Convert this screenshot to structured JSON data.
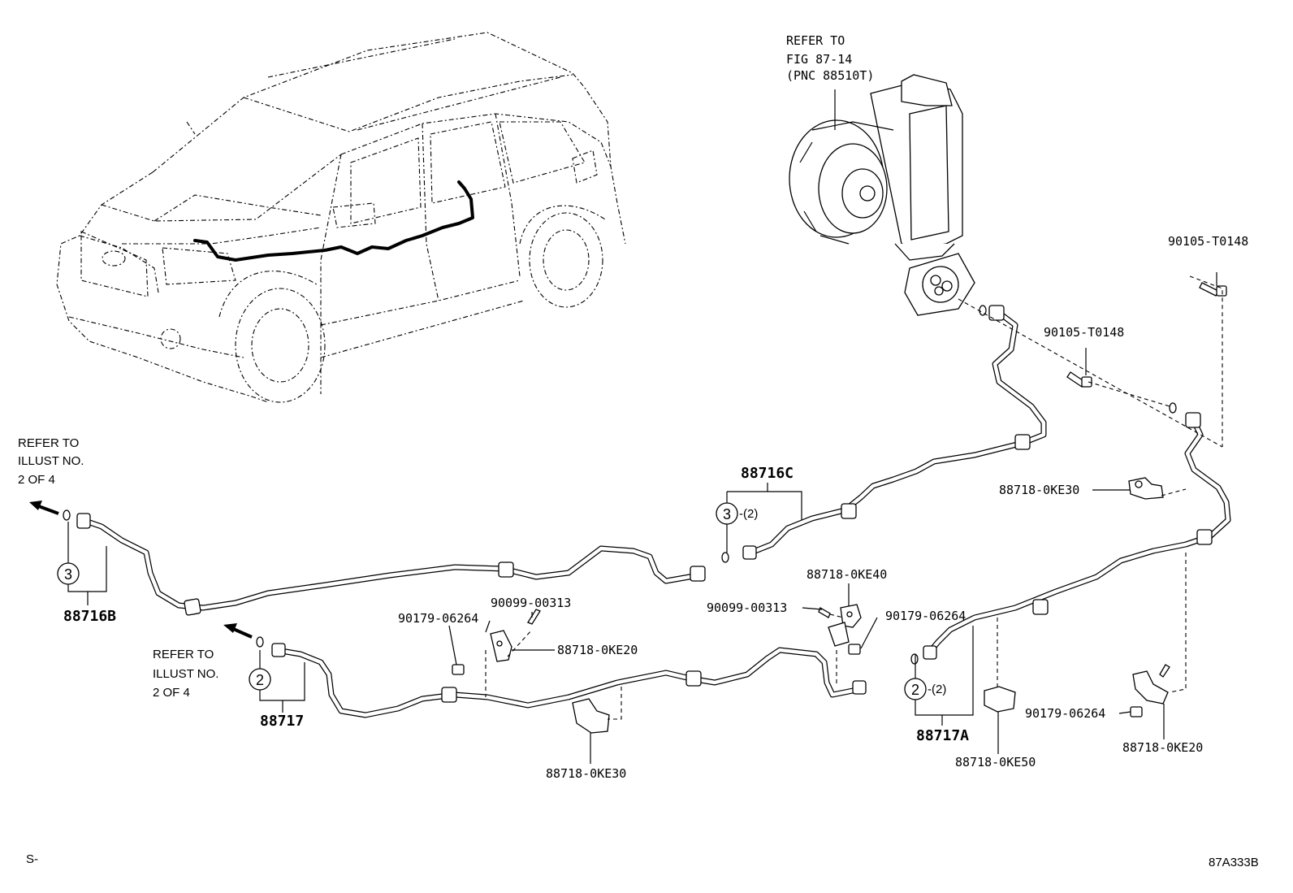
{
  "figure_id": "87A333B",
  "corner_mark": "S-",
  "refer_blower": {
    "line1": "REFER TO",
    "line2": "FIG 87-14",
    "line3": "(PNC 88510T)"
  },
  "refer_left_upper": {
    "line1": "REFER TO",
    "line2": "ILLUST NO.",
    "line3": "2 OF 4"
  },
  "refer_left_lower": {
    "line1": "REFER TO",
    "line2": "ILLUST NO.",
    "line3": "2 OF 4"
  },
  "callouts": {
    "c_88716B": "88716B",
    "c_88717": "88717",
    "c_88716C": "88716C",
    "c_88717A": "88717A",
    "qty_3": "-(2)",
    "qty_2": "-(2)",
    "circle_3": "3",
    "circle_2": "2",
    "circle_3b": "3",
    "circle_2b": "2"
  },
  "part_labels": {
    "p_90105_a": "90105-T0148",
    "p_90105_b": "90105-T0148",
    "p_88718_0KE30_right": "88718-0KE30",
    "p_88718_0KE40": "88718-0KE40",
    "p_90099_00313_mid": "90099-00313",
    "p_90179_06264_mid": "90179-06264",
    "p_90099_00313_left": "90099-00313",
    "p_90179_06264_left": "90179-06264",
    "p_88718_0KE20_left": "88718-0KE20",
    "p_88718_0KE30_bottom": "88718-0KE30",
    "p_88718_0KE50": "88718-0KE50",
    "p_90179_06264_right": "90179-06264",
    "p_88718_0KE20_right": "88718-0KE20"
  }
}
